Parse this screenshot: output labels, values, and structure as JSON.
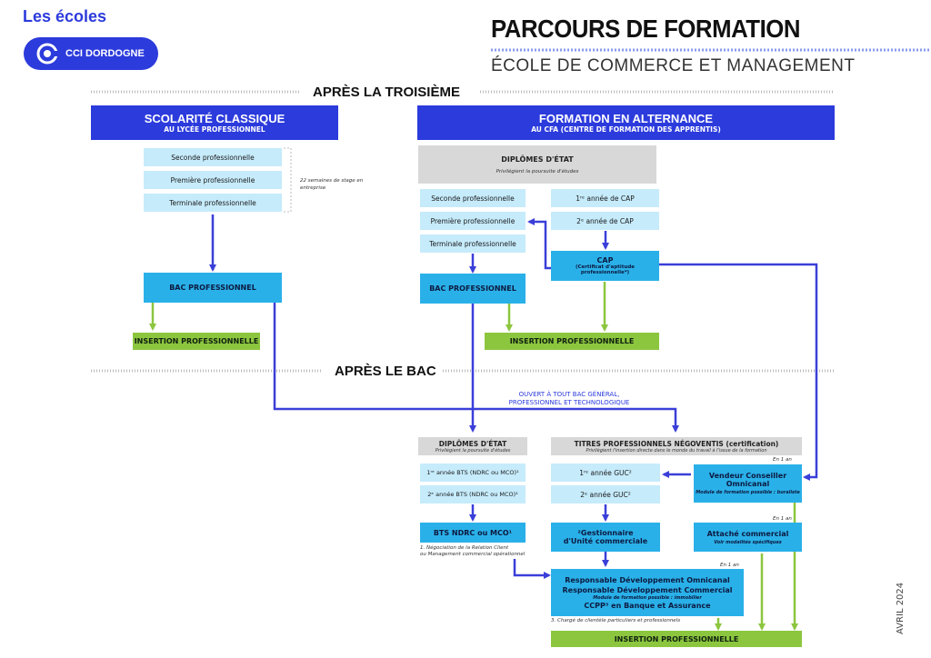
{
  "header": {
    "schools_label": "Les écoles",
    "logo_text": "CCI DORDOGNE",
    "title": "PARCOURS DE FORMATION",
    "subtitle": "ÉCOLE DE COMMERCE ET MANAGEMENT"
  },
  "sections": {
    "after_third": "APRÈS LA TROISIÈME",
    "after_bac": "APRÈS LE BAC"
  },
  "classic": {
    "title": "SCOLARITÉ CLASSIQUE",
    "subtitle": "AU LYCÉE PROFESSIONNEL",
    "years": [
      "Seconde professionnelle",
      "Première professionnelle",
      "Terminale professionnelle"
    ],
    "internship_note": "22 semaines de stage en entreprise",
    "bac": "BAC PROFESSIONNEL",
    "insertion": "INSERTION PROFESSIONNELLE"
  },
  "alternance": {
    "title": "FORMATION EN ALTERNANCE",
    "subtitle": "AU CFA (CENTRE DE FORMATION DES APPRENTIS)",
    "diplomes_title": "DIPLÔMES D'ÉTAT",
    "diplomes_sub": "Privilégient la poursuite d'études",
    "years": [
      "Seconde professionnelle",
      "Première professionnelle",
      "Terminale professionnelle"
    ],
    "cap_years": [
      "1ʳᵉ année de CAP",
      "2ᵉ année de CAP"
    ],
    "cap_title": "CAP",
    "cap_sub": "(Certificat d'aptitude professionnelle*)",
    "bac": "BAC PROFESSIONNEL",
    "insertion": "INSERTION PROFESSIONNELLE"
  },
  "post_bac": {
    "open_note_1": "OUVERT À TOUT BAC GÉNÉRAL,",
    "open_note_2": "PROFESSIONNEL ET TECHNOLOGIQUE",
    "diplomes_title": "DIPLÔMES D'ÉTAT",
    "diplomes_sub": "Privilégient la poursuite d'études",
    "bts_years": [
      "1ʳᵉ année BTS (NDRC ou MCO)¹",
      "2ᵉ année BTS (NDRC ou MCO)¹"
    ],
    "bts": "BTS NDRC ou MCO¹",
    "bts_note_1": "1. Négociation de la Relation Client",
    "bts_note_2": "ou Management commercial opérationnel",
    "titres_title": "TITRES PROFESSIONNELS NÉGOVENTIS (certification)",
    "titres_sub": "Privilégient l'insertion directe dans le monde du travail à l'issue de la formation",
    "guc_years": [
      "1ʳᵉ année GUC²",
      "2ᵉ année GUC²"
    ],
    "gestionnaire_1": "²Gestionnaire",
    "gestionnaire_2": "d'Unité commerciale",
    "vendeur_duration": "En 1 an",
    "vendeur_1": "Vendeur Conseiller",
    "vendeur_2": "Omnicanal",
    "vendeur_sub": "Module de formation possible : buraliste",
    "attache_duration": "En 1 an",
    "attache": "Attaché commercial",
    "attache_sub": "Voir modalités spécifiques",
    "resp_duration": "En 1 an",
    "resp_1": "Responsable Développement Omnicanal",
    "resp_2": "Responsable Développement Commercial",
    "resp_sub": "Module de formation possible : immobilier",
    "resp_3": "CCPP³ en Banque et Assurance",
    "resp_note": "3. Chargé de clientèle particuliers et professionnels",
    "insertion": "INSERTION PROFESSIONNELLE"
  },
  "date": "AVRIL 2024",
  "colors": {
    "navy": "#2c3bdc",
    "blue": "#2ab0e8",
    "light": "#c6ebfb",
    "green": "#8cc63f",
    "arrow_blue": "#3a3fd8",
    "grey": "#d8d8d8"
  }
}
